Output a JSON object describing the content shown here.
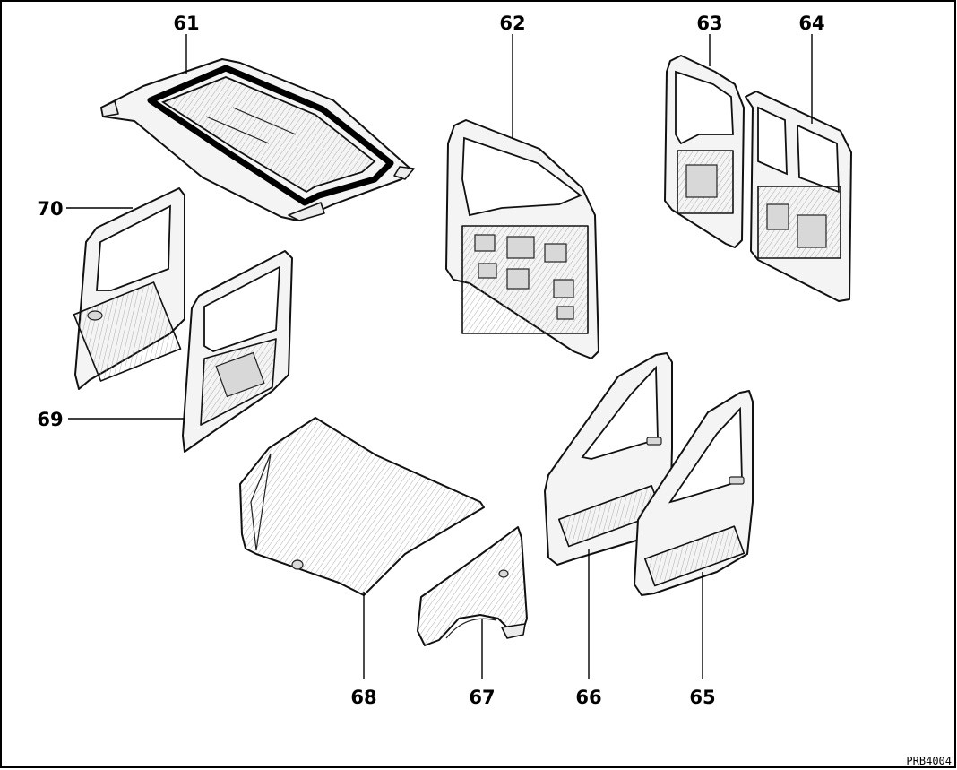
{
  "callouts": {
    "c61": "61",
    "c62": "62",
    "c63": "63",
    "c64": "64",
    "c65": "65",
    "c66": "66",
    "c67": "67",
    "c68": "68",
    "c69": "69",
    "c70": "70"
  },
  "reference_code": "PRB4004"
}
